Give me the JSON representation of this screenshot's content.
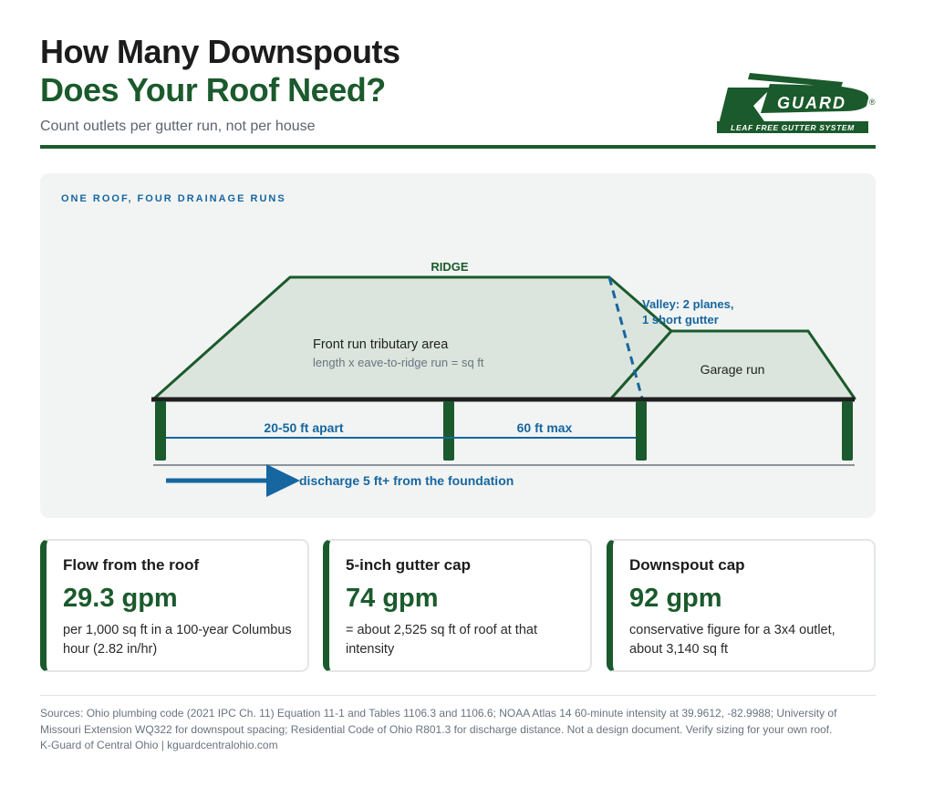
{
  "header": {
    "title_line1": "How Many Downspouts",
    "title_line2": "Does Your Roof Need?",
    "subtitle": "Count outlets per gutter run, not per house"
  },
  "logo": {
    "letter": "K",
    "wordmark": "GUARD",
    "registered": "®",
    "tagline": "LEAF FREE GUTTER SYSTEM"
  },
  "diagram": {
    "section_label": "ONE ROOF, FOUR DRAINAGE RUNS",
    "ridge_label": "RIDGE",
    "valley_line1": "Valley: 2 planes,",
    "valley_line2": "1 short gutter",
    "front_title": "Front run tributary area",
    "front_formula": "length x eave-to-ridge run = sq ft",
    "garage_label": "Garage run",
    "spacing_label": "20-50 ft apart",
    "max_label": "60 ft max",
    "discharge_label": "discharge 5 ft+ from the foundation"
  },
  "cards": [
    {
      "title": "Flow from the roof",
      "value": "29.3 gpm",
      "desc": "per 1,000 sq ft in a 100-year Columbus hour (2.82 in/hr)"
    },
    {
      "title": "5-inch gutter cap",
      "value": "74 gpm",
      "desc": "= about 2,525 sq ft of roof at that intensity"
    },
    {
      "title": "Downspout cap",
      "value": "92 gpm",
      "desc": "conservative figure for a 3x4 outlet, about 3,140 sq ft"
    }
  ],
  "footer": {
    "sources": "Sources: Ohio plumbing code (2021 IPC Ch. 11) Equation 11-1 and Tables 1106.3 and 1106.6; NOAA Atlas 14 60-minute intensity at 39.9612, -82.9988; University of Missouri Extension WQ322 for downspout spacing; Residential Code of Ohio R801.3 for discharge distance. Not a design document. Verify sizing for your own roof.",
    "credit": "K-Guard of Central Ohio  |  kguardcentralohio.com"
  },
  "colors": {
    "brand_green": "#1b5a2c",
    "accent_blue": "#1666a0",
    "roof_fill": "#dbe5dd"
  }
}
